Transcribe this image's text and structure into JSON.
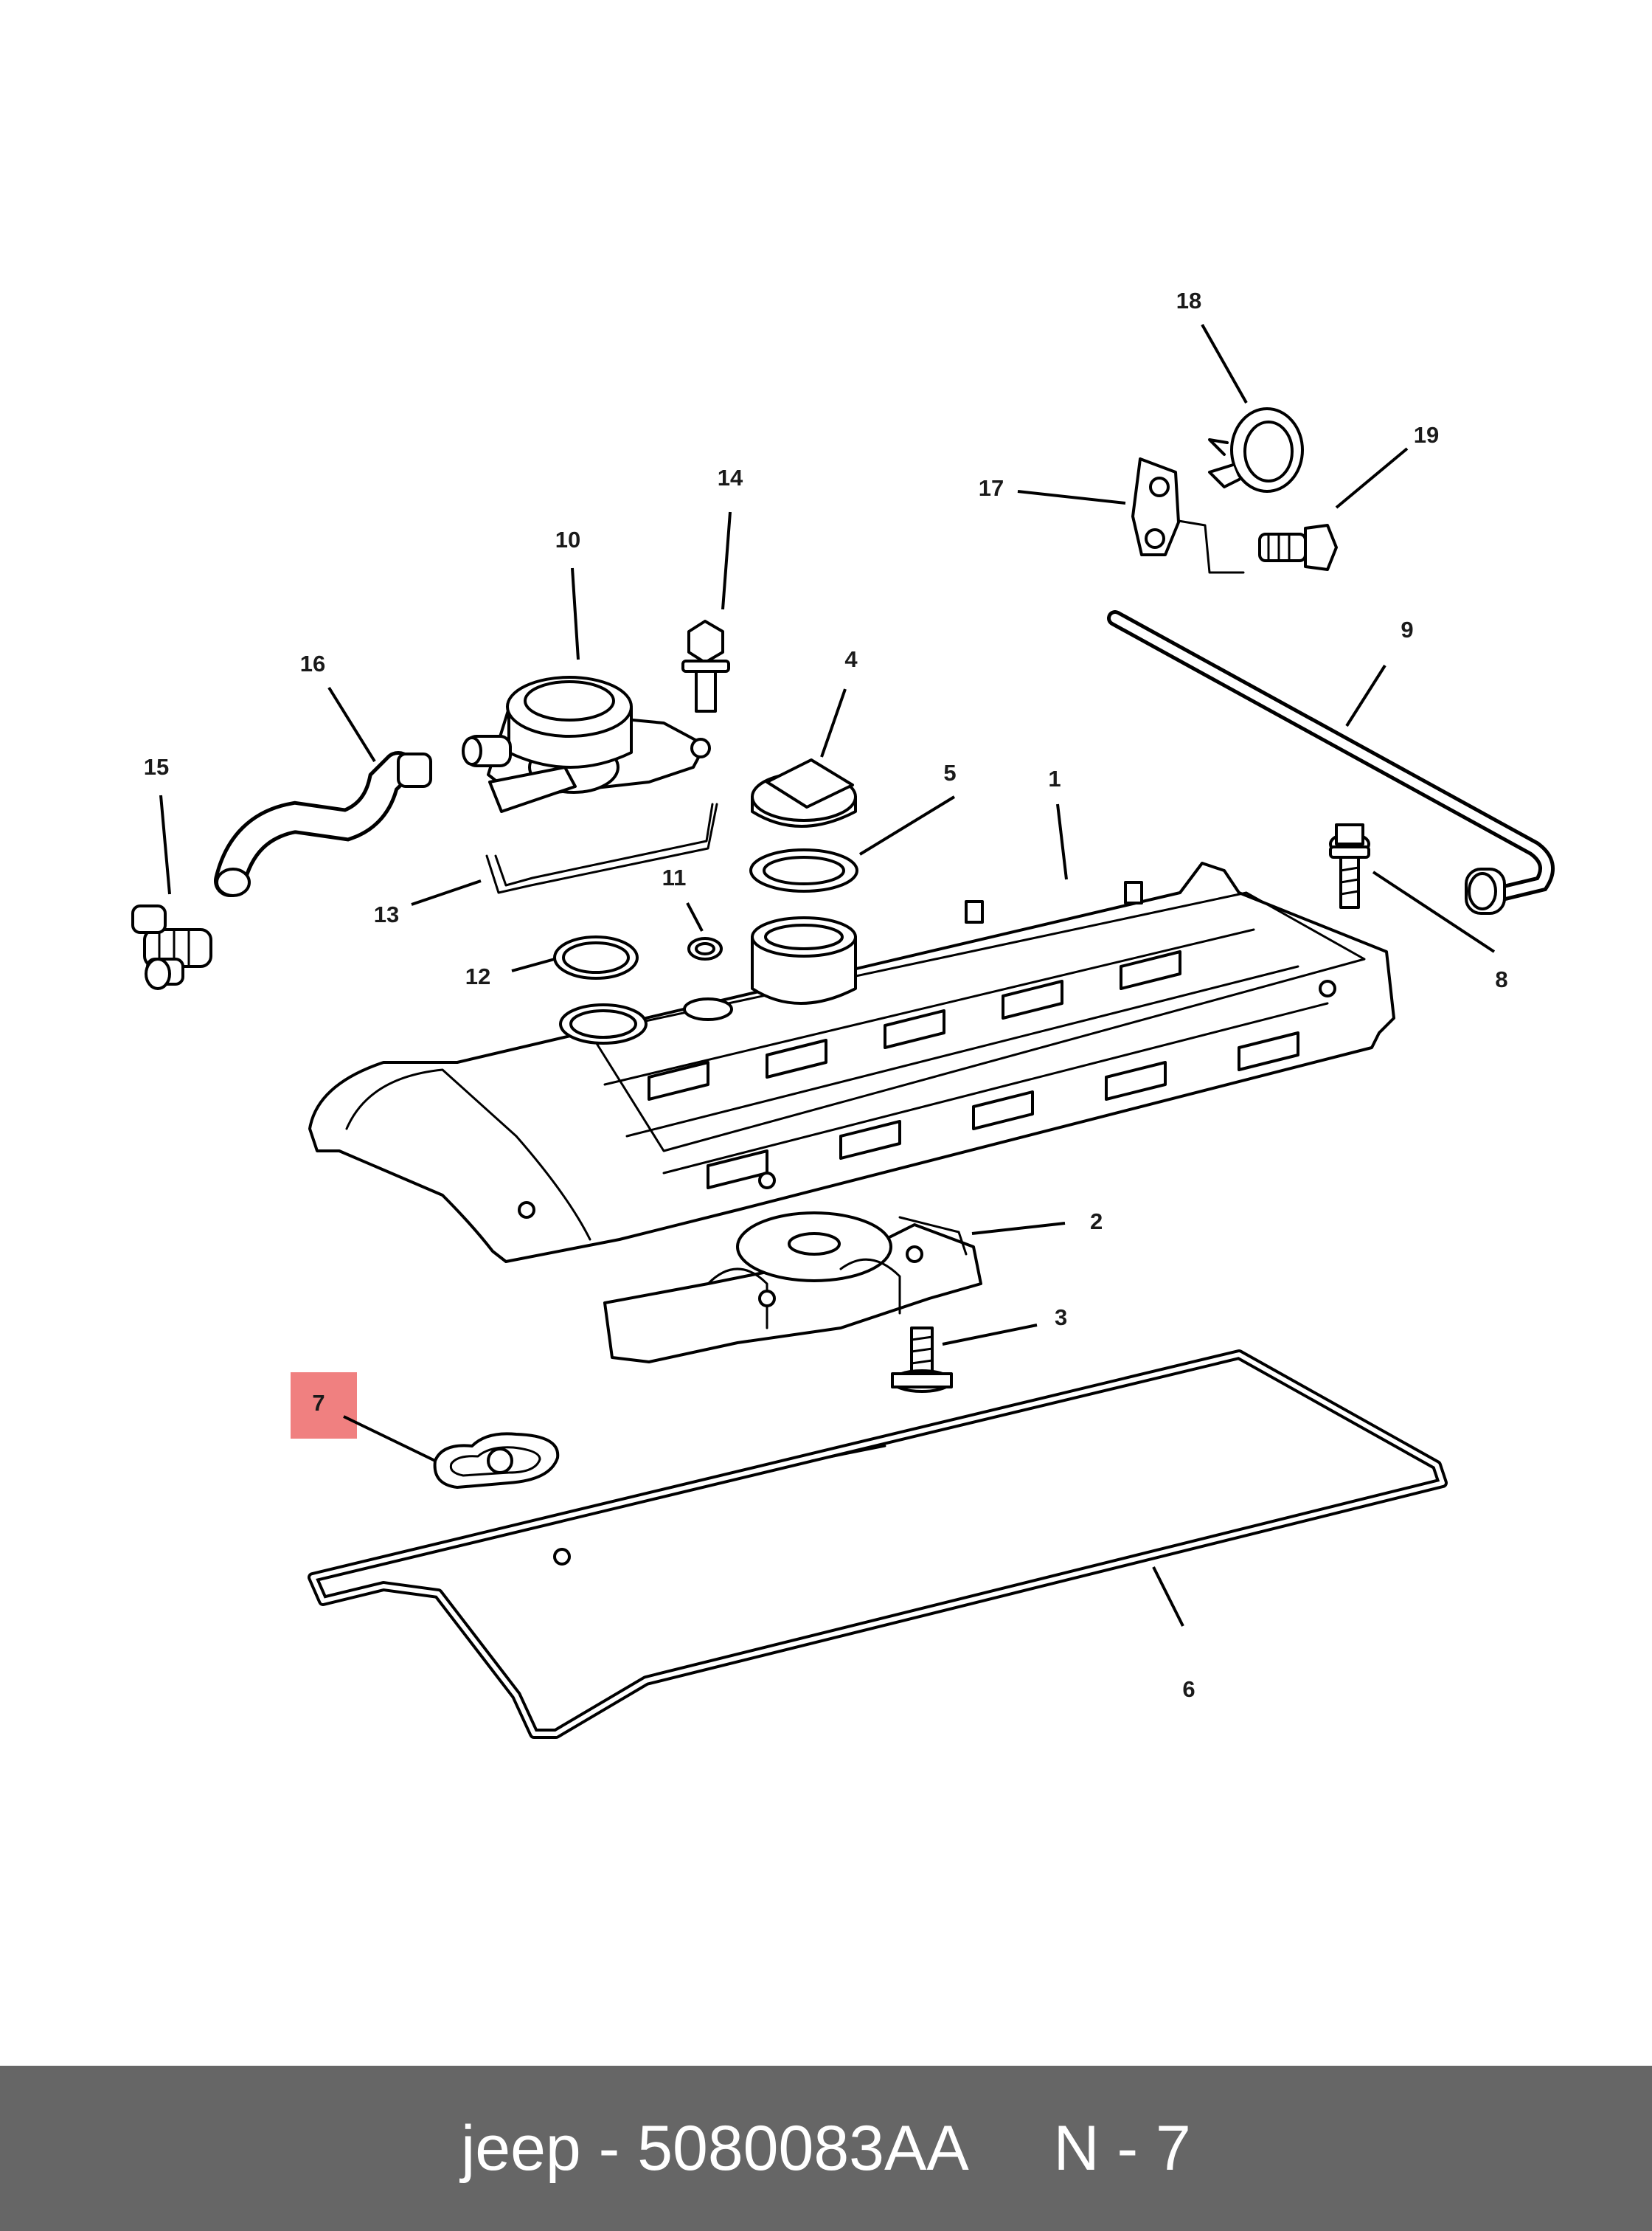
{
  "colors": {
    "background": "#ffffff",
    "line": "#000000",
    "label_text": "#1a1a1a",
    "highlight": "#f08080",
    "footer_bg": "#666666",
    "footer_text": "#ffffff"
  },
  "callouts": [
    {
      "id": "c1",
      "label": "1"
    },
    {
      "id": "c2",
      "label": "2"
    },
    {
      "id": "c3",
      "label": "3"
    },
    {
      "id": "c4",
      "label": "4"
    },
    {
      "id": "c5",
      "label": "5"
    },
    {
      "id": "c6",
      "label": "6"
    },
    {
      "id": "c7",
      "label": "7",
      "highlighted": true
    },
    {
      "id": "c8",
      "label": "8"
    },
    {
      "id": "c9",
      "label": "9"
    },
    {
      "id": "c10",
      "label": "10"
    },
    {
      "id": "c11",
      "label": "11"
    },
    {
      "id": "c12",
      "label": "12"
    },
    {
      "id": "c13",
      "label": "13"
    },
    {
      "id": "c14",
      "label": "14"
    },
    {
      "id": "c15",
      "label": "15"
    },
    {
      "id": "c16",
      "label": "16"
    },
    {
      "id": "c17",
      "label": "17"
    },
    {
      "id": "c18",
      "label": "18"
    },
    {
      "id": "c19",
      "label": "19"
    }
  ],
  "footer": {
    "brand": "jeep",
    "part_number": "5080083AA",
    "position": "N - 7",
    "text": "jeep - 5080083AA     N - 7"
  }
}
